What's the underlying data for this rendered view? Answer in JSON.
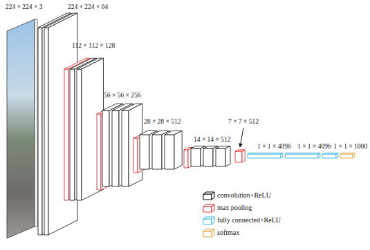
{
  "diagram": {
    "labels": [
      "224 × 224 × 3",
      "224 × 224 × 64",
      "112 × 112 × 128",
      "56 × 56 × 256",
      "28 × 28 × 512",
      "14 × 14 × 512",
      "7 × 7 × 512",
      "1 × 1 × 4096",
      "1 × 1 × 4096",
      "1 × 1 × 1000"
    ],
    "legend": [
      {
        "text": "convolution+ReLU",
        "color": "#000000"
      },
      {
        "text": "max pooling",
        "color": "#e03030"
      },
      {
        "text": "fully connected+ReLU",
        "color": "#38b6e0"
      },
      {
        "text": "softmax",
        "color": "#e0a040"
      }
    ]
  }
}
